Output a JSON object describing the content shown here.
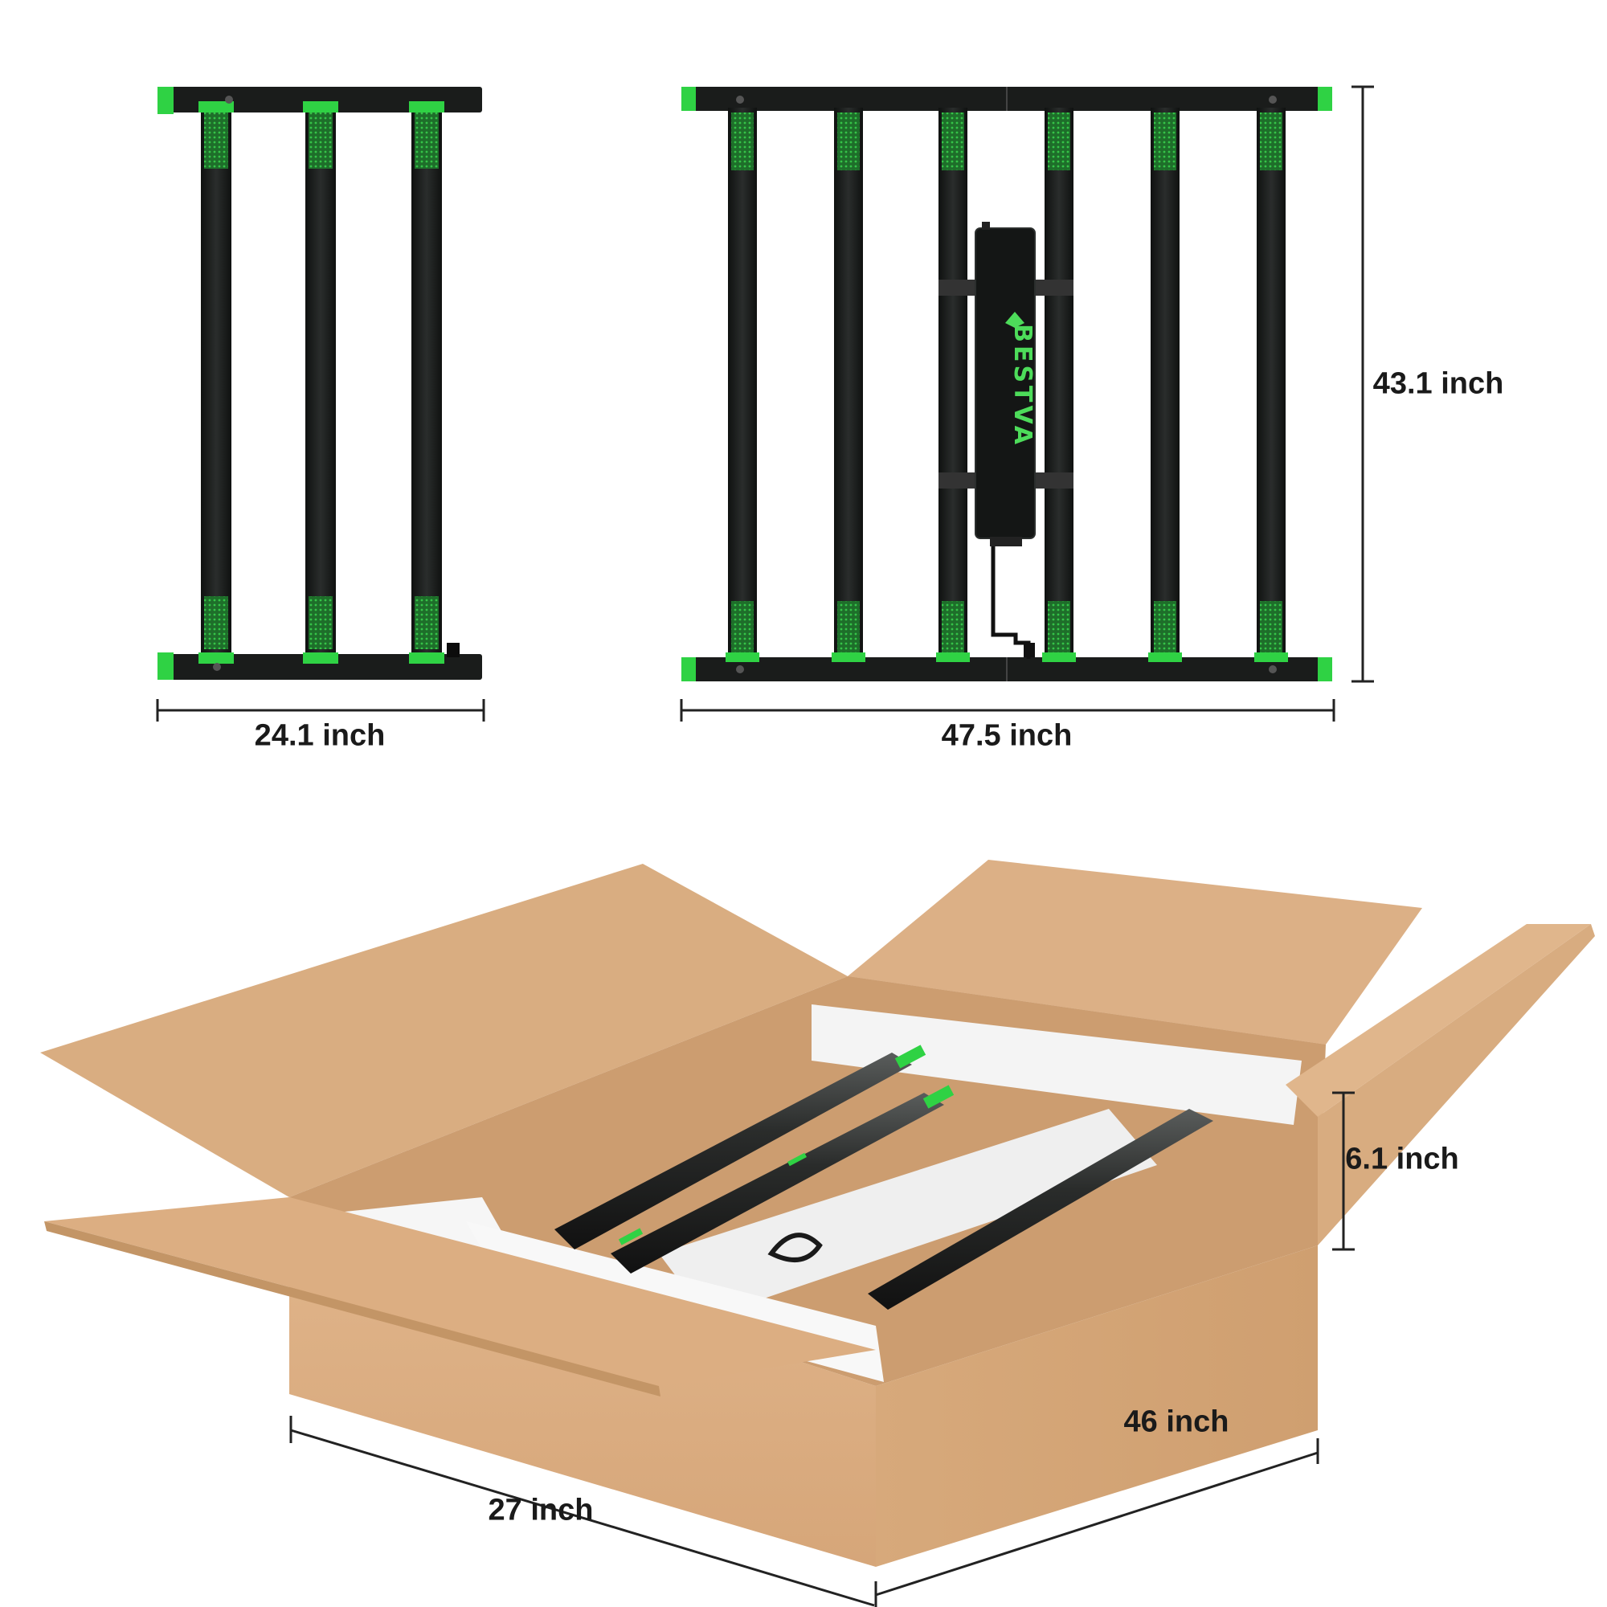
{
  "dimensions": {
    "folded_width": "24.1 inch",
    "unfolded_width": "47.5 inch",
    "height": "43.1 inch",
    "box_height": "6.1 inch",
    "box_length": "46 inch",
    "box_width": "27 inch"
  },
  "product": {
    "brand": "BESTVA"
  },
  "colors": {
    "frame": "#1c1f1e",
    "accent_green": "#33d64a",
    "cardboard": "#d9ab7f",
    "foam": "#f3f3f3",
    "dimension_line": "#222222"
  }
}
